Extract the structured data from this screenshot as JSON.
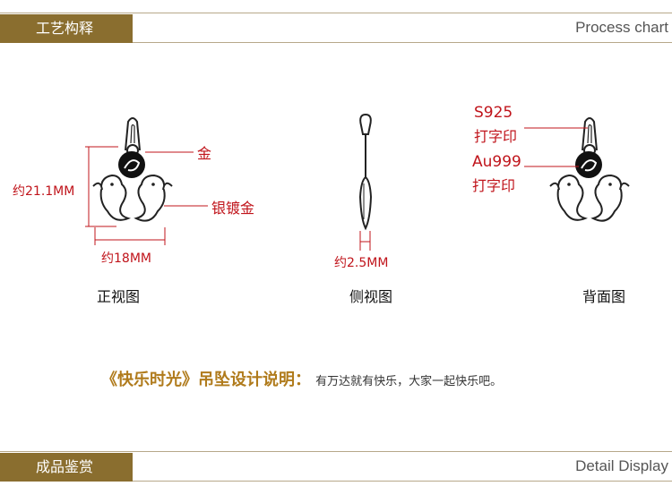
{
  "section_process": {
    "tab_label": "工艺构释",
    "right_label": "Process chart"
  },
  "front_view": {
    "label_gold": "金",
    "label_plated": "银镀金",
    "height_dim": "约21.1MM",
    "width_dim": "约18MM",
    "title": "正视图"
  },
  "side_view": {
    "thickness_dim": "约2.5MM",
    "title": "侧视图"
  },
  "back_view": {
    "stamp_s925_line1": "S925",
    "stamp_s925_line2": "打字印",
    "stamp_au_line1": "Au999",
    "stamp_au_line2": "打字印",
    "title": "背面图"
  },
  "description": {
    "heading": "《快乐时光》吊坠设计说明：",
    "text": "有万达就有快乐，大家一起快乐吧。"
  },
  "section_display": {
    "tab_label": "成品鉴赏",
    "right_label": "Detail Display"
  },
  "colors": {
    "accent_gold": "#8a6e2f",
    "label_red": "#c0141b",
    "heading_gold": "#b07b1c"
  }
}
